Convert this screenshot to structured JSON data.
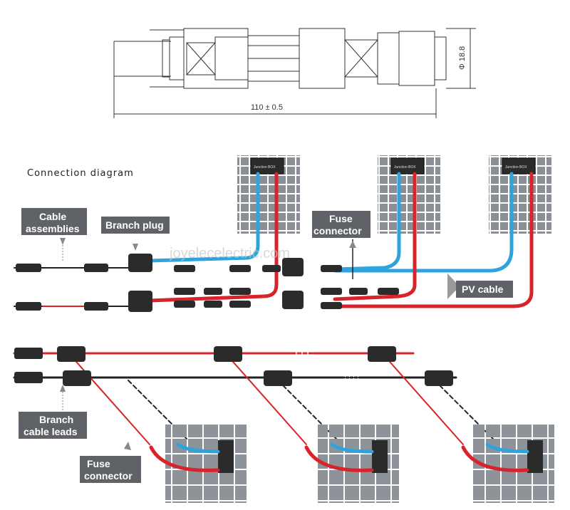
{
  "drawing": {
    "length_label": "110 ± 0.5",
    "diameter_label": "Φ 18.8"
  },
  "diagram": {
    "title": "Connection diagram",
    "watermark": "joyelecelectric.com",
    "callouts": {
      "cable_assemblies_line1": "Cable",
      "cable_assemblies_line2": "assemblies",
      "branch_plug": "Branch plug",
      "fuse_connector_top_line1": "Fuse",
      "fuse_connector_top_line2": "connector",
      "pv_cable": "PV cable",
      "branch_cable_leads_line1": "Branch",
      "branch_cable_leads_line2": "cable leads",
      "fuse_connector_bottom_line1": "Fuse",
      "fuse_connector_bottom_line2": "connector"
    },
    "junction_box_label": "Junction BOX",
    "colors": {
      "red_cable": "#d8232a",
      "blue_cable": "#2ea3dc",
      "black_cable": "#222222",
      "panel_cell": "#8a8f96",
      "callout_bg": "#5f6368",
      "junction_box": "#2b2b2b"
    }
  }
}
